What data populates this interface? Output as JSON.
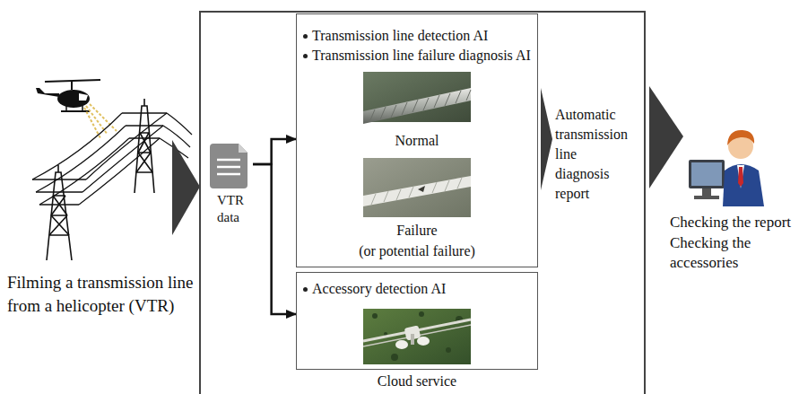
{
  "diagram": {
    "nodes": [
      {
        "text": [
          "Cloud service"
        ]
      },
      {
        "text": [
          "VTR data"
        ],
        "in": 0
      },
      {
        "text": [
          "Transmission line detection AI",
          "Transmission line failure diagnosis AI",
          "Normal",
          "Failure",
          "(or potential failure)"
        ],
        "in": 0
      },
      {
        "text": [
          "Accessory detection AI"
        ],
        "in": 0
      }
    ],
    "edges": [
      {
        "from": 1,
        "to": 2,
        "arrow": "to"
      },
      {
        "from": 1,
        "to": 3,
        "arrow": "to"
      }
    ],
    "labels": [
      "Filming a transmission line from a helicopter (VTR)",
      "Automatic transmission line diagnosis report",
      "Checking the report",
      "Checking the accessories"
    ]
  }
}
